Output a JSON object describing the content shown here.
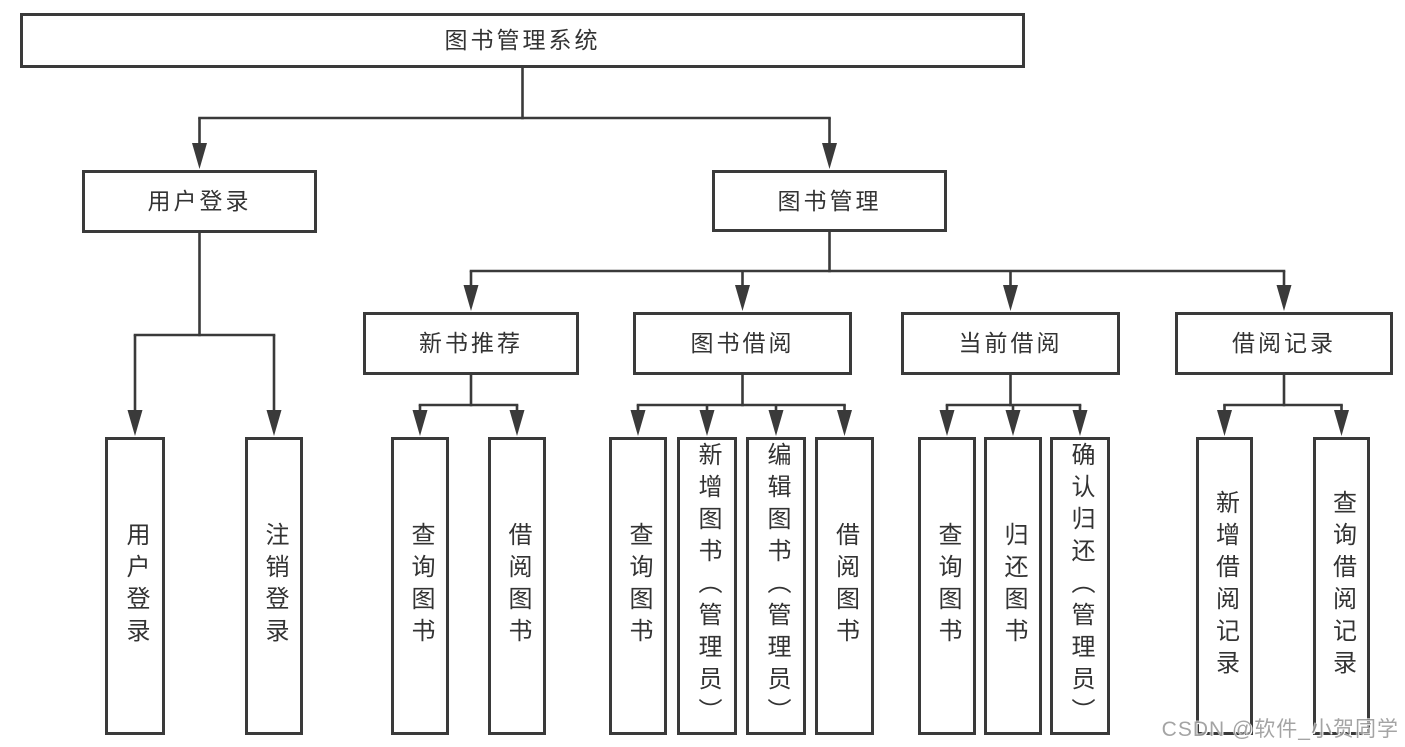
{
  "root": {
    "label": "图书管理系统"
  },
  "branches": {
    "user_login": {
      "label": "用户登录",
      "leaves": [
        {
          "label": "用户登录"
        },
        {
          "label": "注销登录"
        }
      ]
    },
    "book_mgmt": {
      "label": "图书管理",
      "sections": {
        "new_books": {
          "label": "新书推荐",
          "leaves": [
            {
              "label": "查询图书"
            },
            {
              "label": "借阅图书"
            }
          ]
        },
        "borrowing": {
          "label": "图书借阅",
          "leaves": [
            {
              "label": "查询图书"
            },
            {
              "label": "新增图书（管理员）"
            },
            {
              "label": "编辑图书（管理员）"
            },
            {
              "label": "借阅图书"
            }
          ]
        },
        "current": {
          "label": "当前借阅",
          "leaves": [
            {
              "label": "查询图书"
            },
            {
              "label": "归还图书"
            },
            {
              "label": "确认归还（管理员）"
            }
          ]
        },
        "records": {
          "label": "借阅记录",
          "leaves": [
            {
              "label": "新增借阅记录"
            },
            {
              "label": "查询借阅记录"
            }
          ]
        }
      }
    }
  },
  "watermark": {
    "text": "CSDN @软件_小贺同学"
  },
  "colors": {
    "line": "#3a3a3a",
    "text": "#333333",
    "background": "#ffffff",
    "watermark": "#949494"
  }
}
